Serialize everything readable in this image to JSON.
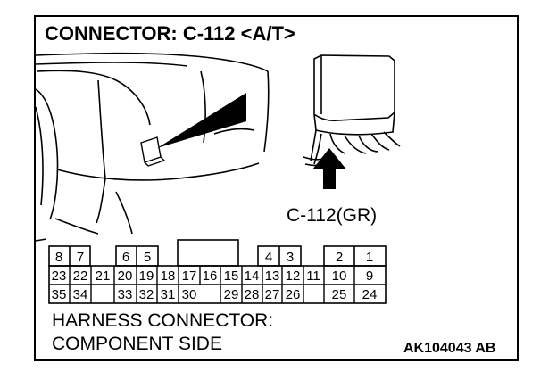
{
  "title": "CONNECTOR: C-112 <A/T>",
  "connector_label": "C-112(GR)",
  "caption_line1": "HARNESS CONNECTOR:",
  "caption_line2": "COMPONENT SIDE",
  "figure_code": "AK104043 AB",
  "pins": {
    "row1": [
      "8",
      "7",
      "6",
      "5",
      "4",
      "3",
      "2",
      "1"
    ],
    "row2": [
      "23",
      "22",
      "21",
      "20",
      "19",
      "18",
      "17",
      "16",
      "15",
      "14",
      "13",
      "12",
      "11",
      "10",
      "9"
    ],
    "row3": [
      "35",
      "34",
      "33",
      "32",
      "31",
      "30",
      "29",
      "28",
      "27",
      "26",
      "25",
      "24"
    ]
  }
}
